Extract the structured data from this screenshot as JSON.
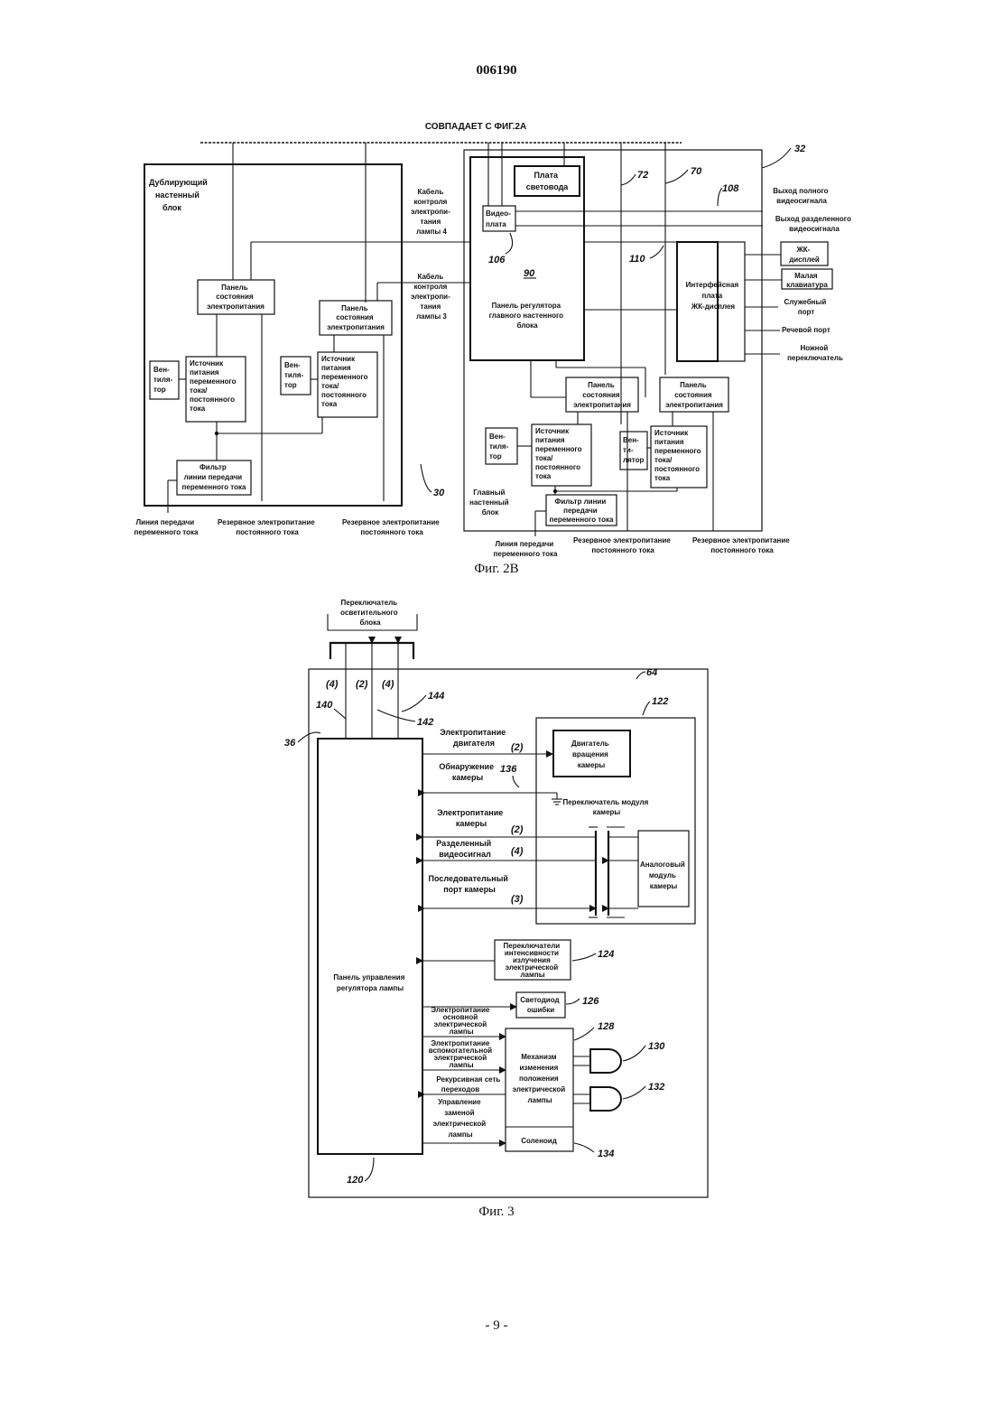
{
  "header": {
    "doc_number": "006190"
  },
  "fig2b": {
    "top_note": "СОВПАДАЕТ С ФИГ.2А",
    "ref_32": "32",
    "ref_72": "72",
    "ref_70": "70",
    "ref_108": "108",
    "ref_106": "106",
    "ref_110": "110",
    "ref_90": "90",
    "ref_30": "30",
    "dup_unit": [
      "Дублирующий",
      "настенный",
      "блок"
    ],
    "cable_4": [
      "Кабель",
      "контроля",
      "электропи-",
      "тания",
      "лампы 4"
    ],
    "cable_3": [
      "Кабель",
      "контроля",
      "электропи-",
      "тания",
      "лампы 3"
    ],
    "status_panel": [
      "Панель",
      "состояния",
      "электропитания"
    ],
    "fan": [
      "Вен-",
      "тиля-",
      "тор"
    ],
    "fan2": [
      "Вен-",
      "ти-",
      "лятор"
    ],
    "psu": [
      "Источник",
      "питания",
      "переменного",
      "тока/",
      "постоянного",
      "тока"
    ],
    "ac_filter": [
      "Фильтр",
      "линии передачи",
      "переменного тока"
    ],
    "ac_filter_main": [
      "Фильтр линии",
      "передачи",
      "переменного тока"
    ],
    "ac_line": [
      "Линия передачи",
      "переменного тока"
    ],
    "dc_backup": [
      "Резервное электропитание",
      "постоянного тока"
    ],
    "lightguide_board": [
      "Плата",
      "световода"
    ],
    "video_board": [
      "Видео-",
      "плата"
    ],
    "main_panel": [
      "Панель регулятора",
      "главного настенного",
      "блока"
    ],
    "main_unit": [
      "Главный",
      "настенный",
      "блок"
    ],
    "lcd_iface": [
      "Интерфейсная",
      "плата",
      "ЖК-дисплея"
    ],
    "out_full": [
      "Выход полного",
      "видеосигнала"
    ],
    "out_split": [
      "Выход разделенного",
      "видеосигнала"
    ],
    "lcd_display": [
      "ЖК-",
      "дисплей"
    ],
    "keypad": [
      "Малая",
      "клавиатура"
    ],
    "service_port": [
      "Служебный",
      "порт"
    ],
    "voice_port": "Речевой порт",
    "foot_switch": [
      "Ножной",
      "переключатель"
    ],
    "caption": "Фиг. 2В"
  },
  "fig3": {
    "light_switch": [
      "Переключатель",
      "осветительного",
      "блока"
    ],
    "ref_64": "64",
    "ref_36": "36",
    "ref_140": "140",
    "ref_142": "142",
    "ref_144": "144",
    "ref_122": "122",
    "ref_136": "136",
    "ref_124": "124",
    "ref_126": "126",
    "ref_128": "128",
    "ref_130": "130",
    "ref_132": "132",
    "ref_134": "134",
    "ref_120": "120",
    "n4": "(4)",
    "n2": "(2)",
    "n3": "(3)",
    "motor_power": [
      "Электропитание",
      "двигателя"
    ],
    "camera_detect": [
      "Обнаружение",
      "камеры"
    ],
    "camera_power": [
      "Электропитание",
      "камеры"
    ],
    "split_video": [
      "Разделенный",
      "видеосигнал"
    ],
    "serial_port": [
      "Последовательный",
      "порт камеры"
    ],
    "rotation_motor": [
      "Двигатель",
      "вращения",
      "камеры"
    ],
    "camera_module_switch": [
      "Переключатель модуля",
      "камеры"
    ],
    "analog_module": [
      "Аналоговый",
      "модуль",
      "камеры"
    ],
    "intensity_switches": [
      "Переключатели",
      "интенсивности",
      "излучения",
      "электрической",
      "лампы"
    ],
    "error_led": [
      "Светодиод",
      "ошибки"
    ],
    "main_lamp_power": [
      "Электропитание",
      "основной",
      "электрической",
      "лампы"
    ],
    "aux_lamp_power": [
      "Электропитание",
      "вспомогательной",
      "электрической",
      "лампы"
    ],
    "recursive_net": [
      "Рекурсивная сеть",
      "переходов"
    ],
    "lamp_replace": [
      "Управление",
      "заменой",
      "электрической",
      "лампы"
    ],
    "mechanisms": [
      "Механизм",
      "изменения",
      "положения",
      "электрической",
      "лампы"
    ],
    "solenoid": "Соленоид",
    "control_panel": [
      "Панель управления",
      "регулятора лампы"
    ],
    "caption": "Фиг. 3"
  },
  "footer": {
    "page": "- 9 -"
  }
}
